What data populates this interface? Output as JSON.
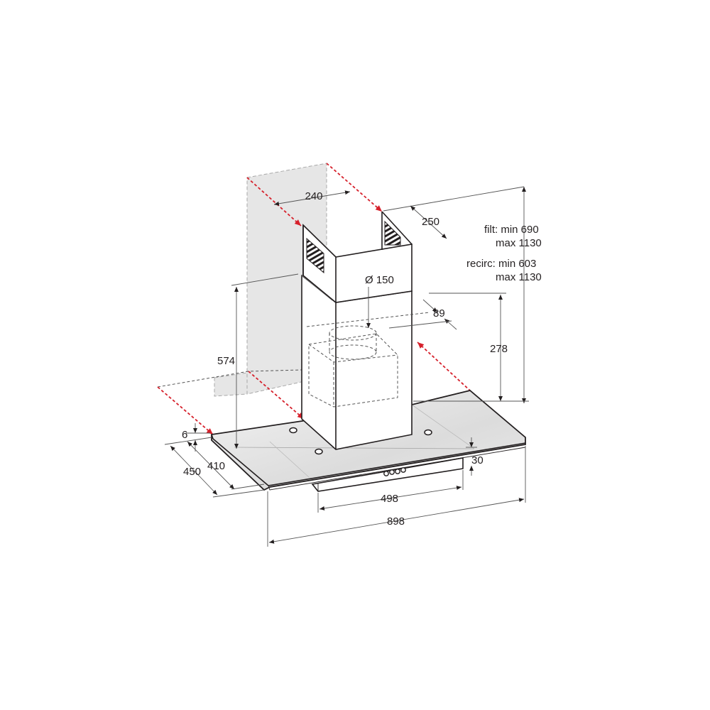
{
  "labels": {
    "chimney_width": "240",
    "chimney_depth": "250",
    "filt_line1": "filt: min 690",
    "filt_line2": "max 1130",
    "recirc_line1": "recirc:  min 603",
    "recirc_line2": "max 1130",
    "duct_diameter": "Ø 150",
    "outlet_offset": "89",
    "inner_height": "278",
    "rear_height": "574",
    "glass_thickness": "6",
    "depth_total": "450",
    "depth_inner": "410",
    "front_depth": "30",
    "body_width": "498",
    "total_width": "898"
  },
  "colors": {
    "line": "#231f20",
    "wall": "#e6e6e6",
    "wall_edge": "#a8a8a8",
    "wall_marker": "#d6202b",
    "glass": "#e4e4e4"
  },
  "icons": [
    "vent-grille-icon",
    "control-knob-icon",
    "light-spot-icon"
  ]
}
